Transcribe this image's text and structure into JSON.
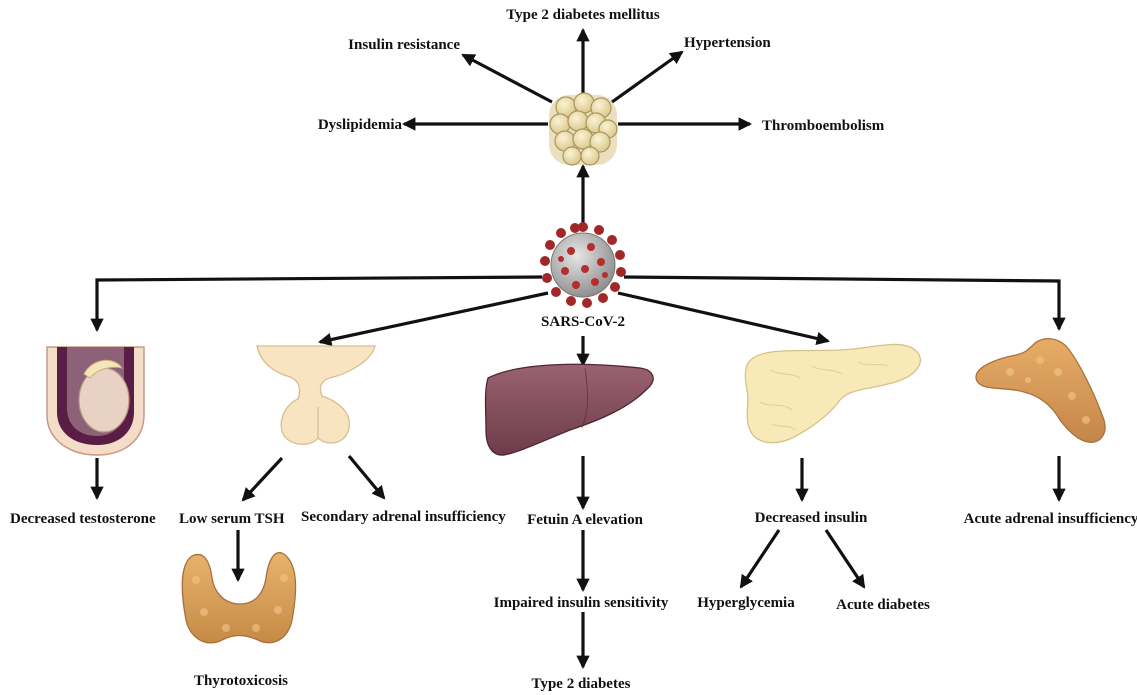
{
  "center": {
    "label": "SARS-CoV-2"
  },
  "adipose": {
    "effects": {
      "t2dm": "Type 2 diabetes mellitus",
      "insulin_resistance": "Insulin resistance",
      "hypertension": "Hypertension",
      "dyslipidemia": "Dyslipidemia",
      "thromboembolism": "Thromboembolism"
    }
  },
  "testis": {
    "effect": "Decreased testosterone"
  },
  "pituitary": {
    "effects": {
      "low_tsh": "Low serum TSH",
      "secondary_adrenal": "Secondary adrenal insufficiency"
    }
  },
  "thyroid": {
    "effect": "Thyrotoxicosis"
  },
  "liver": {
    "effects": {
      "fetuin": "Fetuin A elevation",
      "impaired": "Impaired insulin sensitivity",
      "t2d": "Type 2 diabetes"
    }
  },
  "pancreas": {
    "effects": {
      "decreased_insulin": "Decreased insulin",
      "hyperglycemia": "Hyperglycemia",
      "acute_diabetes": "Acute diabetes"
    }
  },
  "adrenal": {
    "effect": "Acute adrenal insufficiency"
  }
}
